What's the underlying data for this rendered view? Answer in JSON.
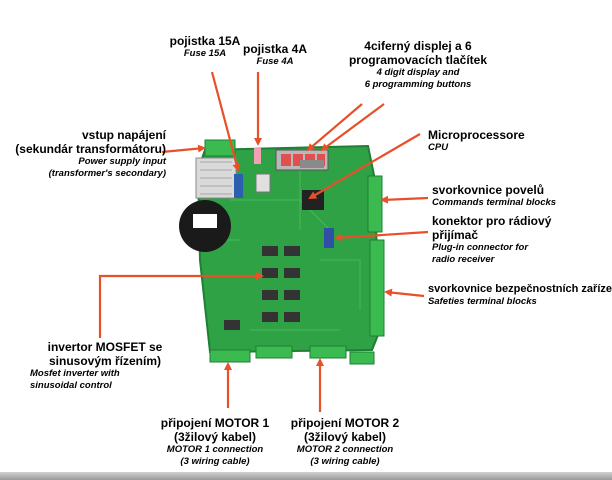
{
  "colors": {
    "arrow": "#e8502a",
    "board": "#2fa245",
    "board_dark": "#1f7f35",
    "terminal": "#3bbb4f"
  },
  "labels": {
    "fuse15": {
      "cz": "pojistka 15A",
      "en": "Fuse 15A"
    },
    "fuse4": {
      "cz": "pojistka 4A",
      "en": "Fuse 4A"
    },
    "display": {
      "cz1": "4ciferný displej a 6",
      "cz2": "programovacích tlačítek",
      "en1": "4 digit display and",
      "en2": "6 programming buttons"
    },
    "power": {
      "cz1": "vstup napájení",
      "cz2": "(sekundár transformátoru)",
      "en1": "Power supply input",
      "en2": "(transformer's secondary)"
    },
    "cpu": {
      "cz": "Microprocessore",
      "en": "CPU"
    },
    "commands": {
      "cz": "svorkovnice povelů",
      "en": "Commands terminal blocks"
    },
    "radio": {
      "cz1": "konektor pro rádiový",
      "cz2": "přijímač",
      "en1": "Plug-in connector for",
      "en2": "radio receiver"
    },
    "safety": {
      "cz": "svorkovnice bezpečnostních zařízení",
      "en": "Safeties terminal blocks"
    },
    "mosfet": {
      "cz1": "invertor MOSFET se",
      "cz2": "sinusovým řízením)",
      "en1": "Mosfet inverter with",
      "en2": "sinusoidal control"
    },
    "motor1": {
      "cz1": "připojení MOTOR 1",
      "cz2": "(3žilový kabel)",
      "en1": "MOTOR  1 connection",
      "en2": "(3 wiring cable)"
    },
    "motor2": {
      "cz1": "připojení MOTOR 2",
      "cz2": "(3žilový kabel)",
      "en1": "MOTOR 2 connection",
      "en2": "(3 wiring cable)"
    }
  }
}
